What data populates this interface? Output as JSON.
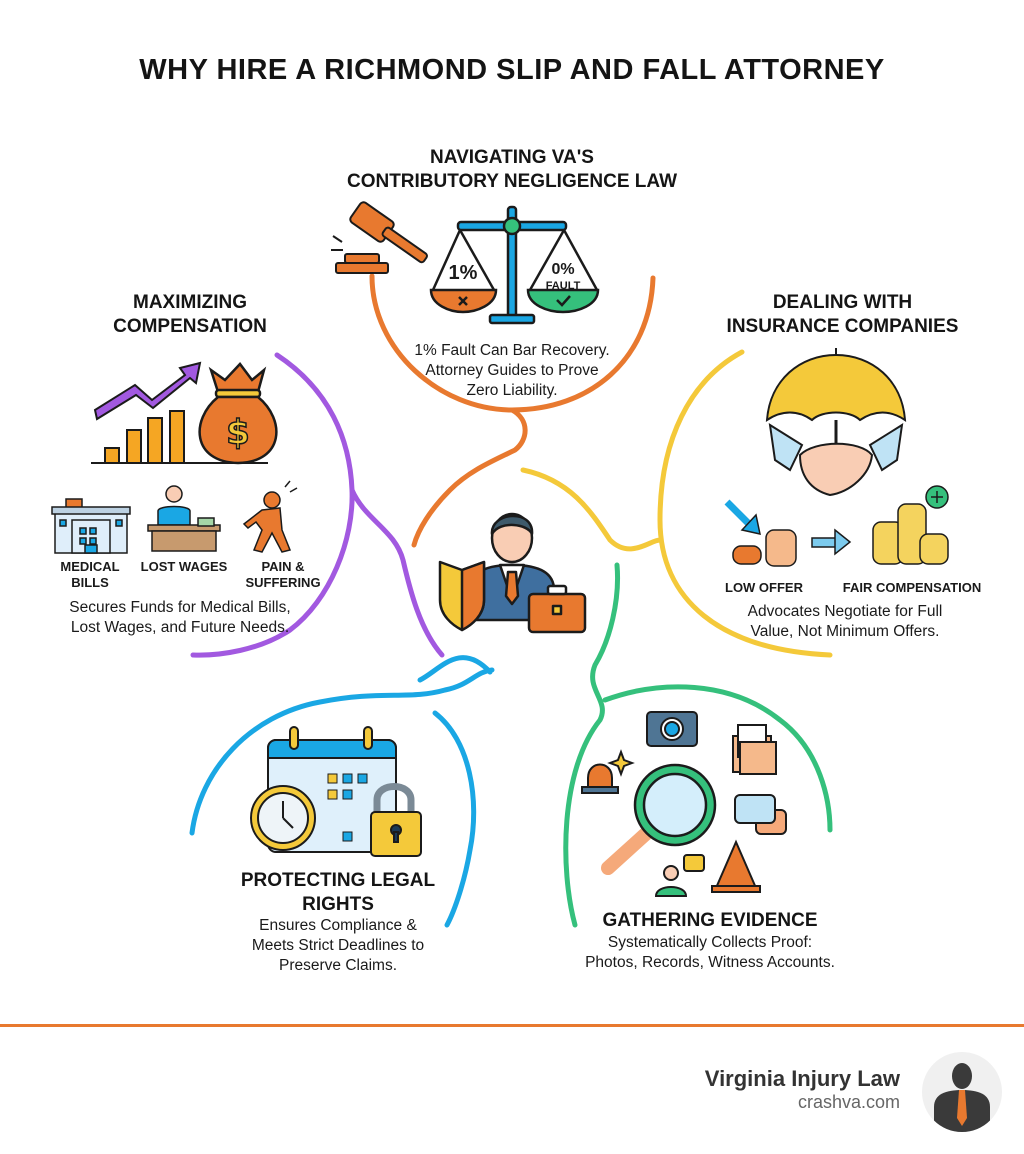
{
  "title": "WHY HIRE A RICHMOND SLIP AND FALL ATTORNEY",
  "colors": {
    "orange": "#e8792f",
    "purple": "#a259e0",
    "yellow": "#f4c93a",
    "blue": "#1aa7e4",
    "green": "#35c07c"
  },
  "center": {
    "icon": "attorney-with-shield-and-briefcase-icon"
  },
  "sections": {
    "negligence": {
      "heading_line1": "NAVIGATING VA'S",
      "heading_line2": "CONTRIBUTORY NEGLIGENCE LAW",
      "scale_left": "1%",
      "scale_right": "0%",
      "scale_right_sub": "FAULT",
      "desc_line1": "1% Fault Can Bar Recovery.",
      "desc_line2": "Attorney Guides to Prove",
      "desc_line3": "Zero Liability.",
      "icons": [
        "gavel-icon",
        "scales-of-justice-icon"
      ]
    },
    "compensation": {
      "heading_line1": "MAXIMIZING",
      "heading_line2": "COMPENSATION",
      "items": [
        {
          "line1": "MEDICAL",
          "line2": "BILLS",
          "icon": "hospital-icon"
        },
        {
          "line1": "LOST WAGES",
          "line2": "",
          "icon": "injured-worker-icon"
        },
        {
          "line1": "PAIN &",
          "line2": "SUFFERING",
          "icon": "pain-figure-icon"
        }
      ],
      "desc_line1": "Secures Funds for Medical Bills,",
      "desc_line2": "Lost Wages, and Future Needs.",
      "icons": [
        "growth-chart-icon",
        "money-bag-icon"
      ]
    },
    "insurance": {
      "heading_line1": "DEALING WITH",
      "heading_line2": "INSURANCE COMPANIES",
      "low_offer": "LOW OFFER",
      "fair_compensation": "FAIR COMPENSATION",
      "desc_line1": "Advocates Negotiate for Full",
      "desc_line2": "Value, Not Minimum Offers.",
      "icons": [
        "umbrella-handshake-icon",
        "coins-icon"
      ]
    },
    "legal_rights": {
      "heading_line1": "PROTECTING LEGAL",
      "heading_line2": "RIGHTS",
      "desc_line1": "Ensures Compliance &",
      "desc_line2": "Meets Strict Deadlines to",
      "desc_line3": "Preserve Claims.",
      "icons": [
        "calendar-icon",
        "clock-icon",
        "padlock-icon"
      ]
    },
    "evidence": {
      "heading": "GATHERING EVIDENCE",
      "desc_line1": "Systematically Collects Proof:",
      "desc_line2": "Photos, Records, Witness Accounts.",
      "icons": [
        "magnifying-glass-icon",
        "camera-icon",
        "medical-folder-icon",
        "chat-bubbles-icon",
        "siren-icon",
        "witness-icon",
        "traffic-cone-icon"
      ]
    }
  },
  "footer": {
    "brand_name": "Virginia Injury Law",
    "brand_url": "crashva.com",
    "logo": "attorney-silhouette-logo"
  }
}
